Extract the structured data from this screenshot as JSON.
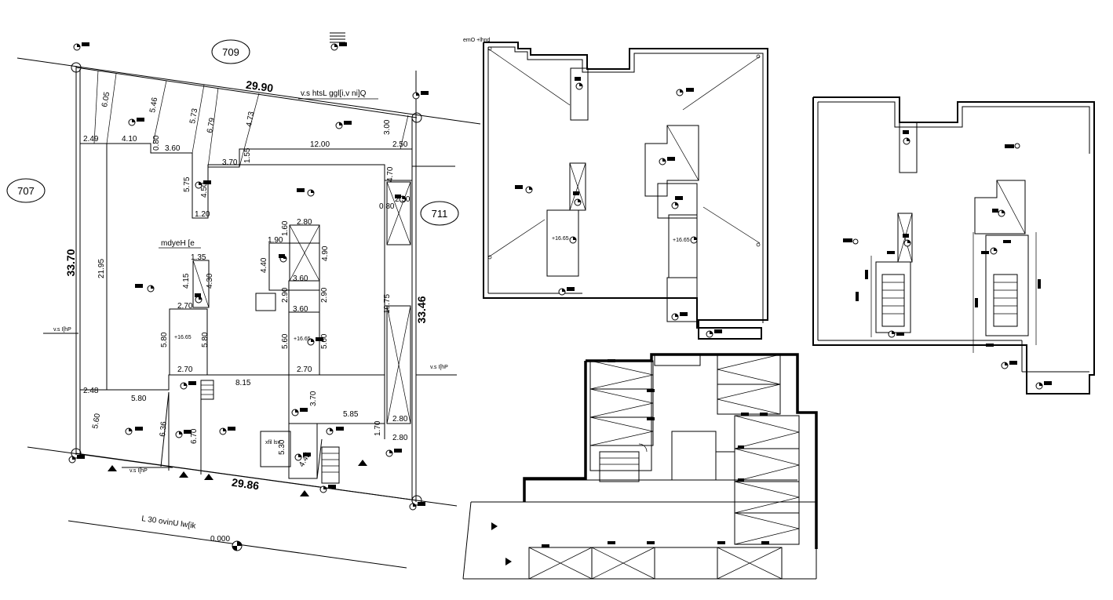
{
  "plot_labels": {
    "p709": "709",
    "p707": "707",
    "p711": "711"
  },
  "dimensions": {
    "top": "29.90",
    "bottom": "29.86",
    "left": "33.70",
    "right": "33.46",
    "d605": "6.05",
    "d546": "5.46",
    "d573": "5.73",
    "d679": "6.79",
    "d473": "4.73",
    "d300": "3.00",
    "d249": "2.49",
    "d410": "4.10",
    "d080a": "0.80",
    "d360a": "3.60",
    "d1200": "12.00",
    "d250a": "2.50",
    "d370a": "3.70",
    "d155": "1.55",
    "d575": "5.75",
    "d450": "4.50",
    "d120": "1.20",
    "d470": "4.70",
    "d080b": "0.80",
    "d250b": "2.50",
    "d2195": "21.95",
    "d280a": "2.80",
    "d190": "1.90",
    "d160": "1.60",
    "d490": "4.90",
    "d135": "1.35",
    "d440": "4.40",
    "d415": "4.15",
    "d430": "4.30",
    "d360b": "3.60",
    "d290a": "2.90",
    "d290b": "2.90",
    "d360c": "3.60",
    "d270a": "2.70",
    "d580a": "5.80",
    "d580b": "5.80",
    "d560a": "5.60",
    "d560b": "5.60",
    "d270b": "2.70",
    "d270c": "2.70",
    "d248": "2.48",
    "d815": "8.15",
    "d580c": "5.80",
    "d370b": "3.70",
    "d585": "5.85",
    "d280b": "2.80",
    "d170": "1.70",
    "d280c": "2.80",
    "d560c": "5.60",
    "d636": "6.36",
    "d670": "6.70",
    "d530": "5.30",
    "d445": "4.45",
    "d1975": "19.75"
  },
  "levels": {
    "l1": "+16.65",
    "l2": "+16.65",
    "l3": "+16.65",
    "l4": "+16.65",
    "ground": "0.000"
  },
  "mirrored_notes": {
    "n1": "v.s htsL ggl[i,v ni]Q",
    "n2": "mdyeH [e",
    "n3": "v.s I[hP",
    "n4": "v.s I[hP",
    "n5": "v.s I[hP",
    "n6": "xfil lsv",
    "n7": "L  30  ovinU lw[ik",
    "n8": "emO +lhnd"
  }
}
